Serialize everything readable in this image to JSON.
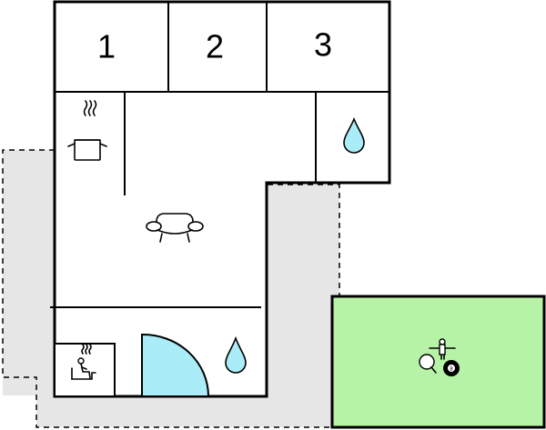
{
  "rooms": [
    {
      "label": "1"
    },
    {
      "label": "2"
    },
    {
      "label": "3"
    }
  ],
  "icons": {
    "kitchen": "cooking-pot-icon",
    "living": "sofa-icon",
    "bathroom_upper": "water-drop-icon",
    "bathroom_lower": "water-drop-icon",
    "sauna": "sauna-icon",
    "recreation": "table-football-ping-pong-billiards-icon"
  },
  "billiard_ball_number": "8",
  "colors": {
    "terrace": "#e6e6e6",
    "recreation": "#b7f3a6",
    "water": "#aaecf8",
    "door": "#aaecf8",
    "walls": "#000000"
  }
}
